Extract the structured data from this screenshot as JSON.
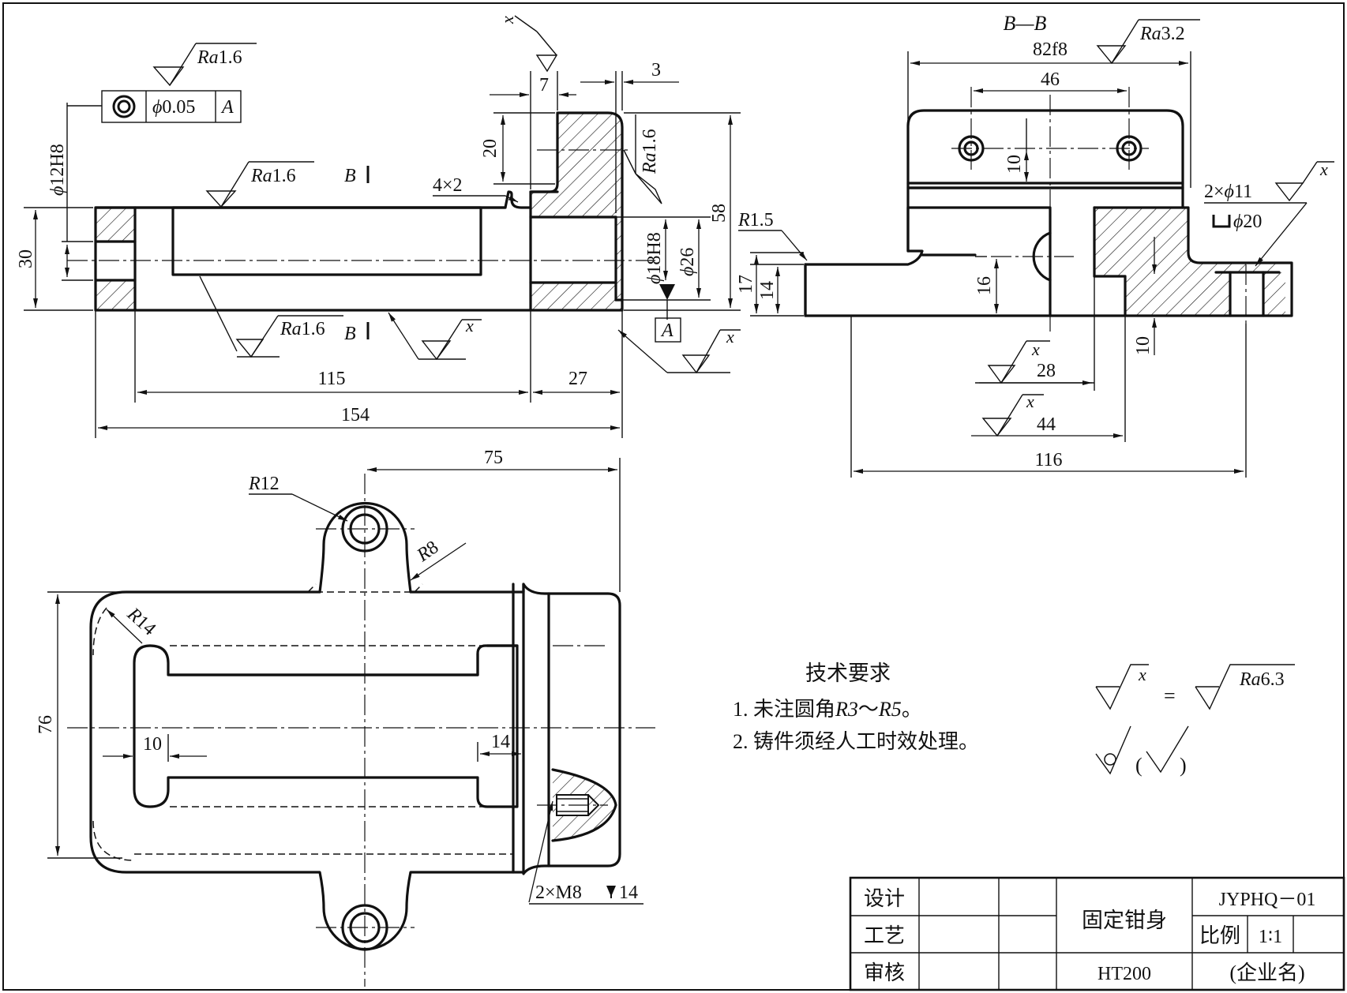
{
  "front_view": {
    "ra_top_left": "1.6",
    "tolerance_value": "0.05",
    "tolerance_datum": "A",
    "dia_bore_left": "12H8",
    "dim_height": "30",
    "ra_top_mid": "1.6",
    "section_label_top": "B",
    "section_label_bottom": "B",
    "chamfer": "4×2",
    "dim_20": "20",
    "dim_7": "7",
    "dim_3": "3",
    "dim_58": "58",
    "dia_bore_right": "18H8",
    "dia_26": "26",
    "ra_right_vertical": "1.6",
    "datum_a": "A",
    "ra_bottom": "1.6",
    "sym_x": "x",
    "dim_115": "115",
    "dim_27": "27",
    "dim_154": "154"
  },
  "section_view": {
    "title": "B—B",
    "dim_82f8": "82f8",
    "ra_top": "3.2",
    "dim_46": "46",
    "dim_10_top": "10",
    "hole_callout": "2×",
    "hole_dia": "11",
    "counterbore_dia": "20",
    "radius_r15": "1.5",
    "dim_17": "17",
    "dim_14": "14",
    "dim_16": "16",
    "dim_10_bottom": "10",
    "dim_28": "28",
    "dim_44": "44",
    "dim_116": "116",
    "sym_x": "x"
  },
  "top_view": {
    "r12": "12",
    "r8": "8",
    "r14": "14",
    "dim_75": "75",
    "dim_76": "76",
    "dim_10": "10",
    "dim_14": "14",
    "thread_callout": "2×M8",
    "thread_depth": "14"
  },
  "tech_req": {
    "title": "技术要求",
    "item1_prefix": "1. 未注圆角",
    "item1_r1": "R3",
    "item1_tilde": "～",
    "item1_r2": "R5",
    "item1_suffix": "。",
    "item2": "2. 铸件须经人工时效处理。"
  },
  "surface_symbols": {
    "x_label": "x",
    "equals": "=",
    "ra_value": "6.3",
    "paren_open": "(",
    "paren_close": ")"
  },
  "title_block": {
    "design": "设计",
    "process": "工艺",
    "review": "审核",
    "part_name": "固定钳身",
    "drawing_no": "JYPHQ－01",
    "scale_label": "比例",
    "scale_value": "1∶1",
    "material": "HT200",
    "company": "(企业名)"
  }
}
